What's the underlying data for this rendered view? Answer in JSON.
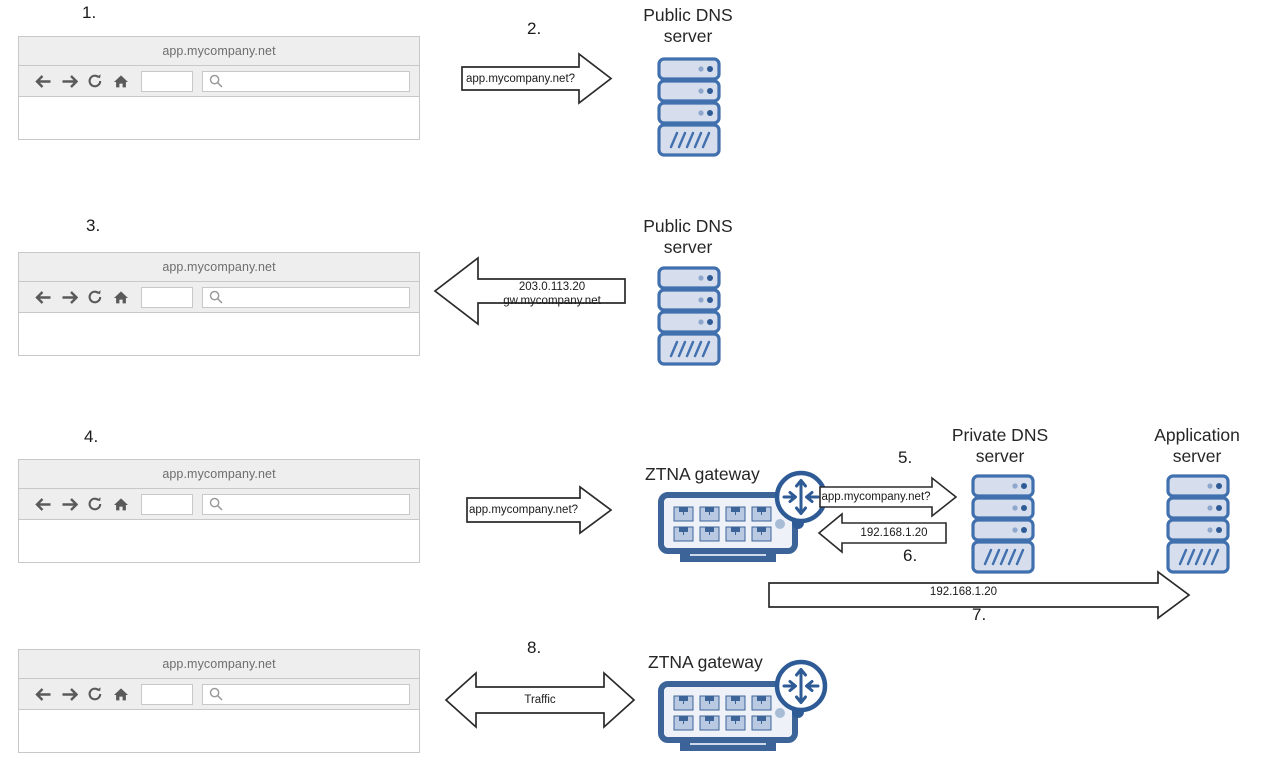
{
  "diagram": {
    "title": "ZTNA DNS resolution and traffic flow",
    "browser": {
      "url_title": "app.mycompany.net",
      "url_value": "",
      "url_placeholder": "",
      "search_value": "",
      "search_placeholder": "",
      "icons": {
        "back": "back-arrow-icon",
        "forward": "forward-arrow-icon",
        "reload": "reload-icon",
        "home": "home-icon",
        "search": "search-icon"
      }
    },
    "nodes": {
      "public_dns": "Public DNS\nserver",
      "public_dns_line1": "Public DNS",
      "public_dns_line2": "server",
      "private_dns_line1": "Private DNS",
      "private_dns_line2": "server",
      "app_server_line1": "Application",
      "app_server_line2": "server",
      "ztna_gateway": "ZTNA gateway"
    },
    "steps": [
      {
        "id": "1",
        "number": "1.",
        "label": "",
        "direction": "none"
      },
      {
        "id": "2",
        "number": "2.",
        "label": "app.mycompany.net?",
        "direction": "right"
      },
      {
        "id": "3",
        "number": "3.",
        "label": "203.0.113.20\ngw.mycompany.net",
        "label_line1": "203.0.113.20",
        "label_line2": "gw.mycompany.net",
        "direction": "left"
      },
      {
        "id": "4",
        "number": "4.",
        "label": "app.mycompany.net?",
        "direction": "right"
      },
      {
        "id": "5",
        "number": "5.",
        "label": "app.mycompany.net?",
        "direction": "right"
      },
      {
        "id": "6",
        "number": "6.",
        "label": "192.168.1.20",
        "direction": "left"
      },
      {
        "id": "7",
        "number": "7.",
        "label": "192.168.1.20",
        "direction": "right"
      },
      {
        "id": "8",
        "number": "8.",
        "label": "Traffic",
        "direction": "both"
      }
    ],
    "colors": {
      "server_fill": "#d6ddec",
      "server_stroke": "#4170ae",
      "gateway_body": "#3c6499",
      "gateway_port": "#b9c9e2",
      "arrow_stroke": "#2b2b2b",
      "browser_chrome": "#eeeeee",
      "browser_border": "#c8c8c8",
      "text": "#1a1a1a"
    }
  }
}
